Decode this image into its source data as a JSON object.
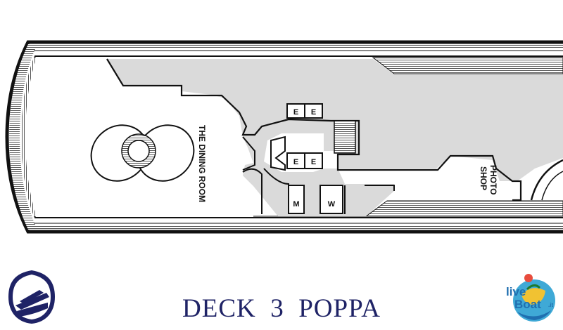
{
  "plan": {
    "rooms": {
      "dining_room": "THE DINING ROOM",
      "photo_shop": "PHOTO SHOP",
      "photo_shop_line1": "PHOTO",
      "photo_shop_line2": "SHOP"
    },
    "elevator_label": "E",
    "restroom_men": "M",
    "restroom_women": "W"
  },
  "footer": {
    "title": "DECK  3  POPPA"
  },
  "logos": {
    "right_line1": "live",
    "right_line2": "Boat",
    "right_suffix": ".it"
  },
  "colors": {
    "navy": "#1f2366",
    "public_area_gray": "#dadada",
    "outline": "#111111"
  }
}
